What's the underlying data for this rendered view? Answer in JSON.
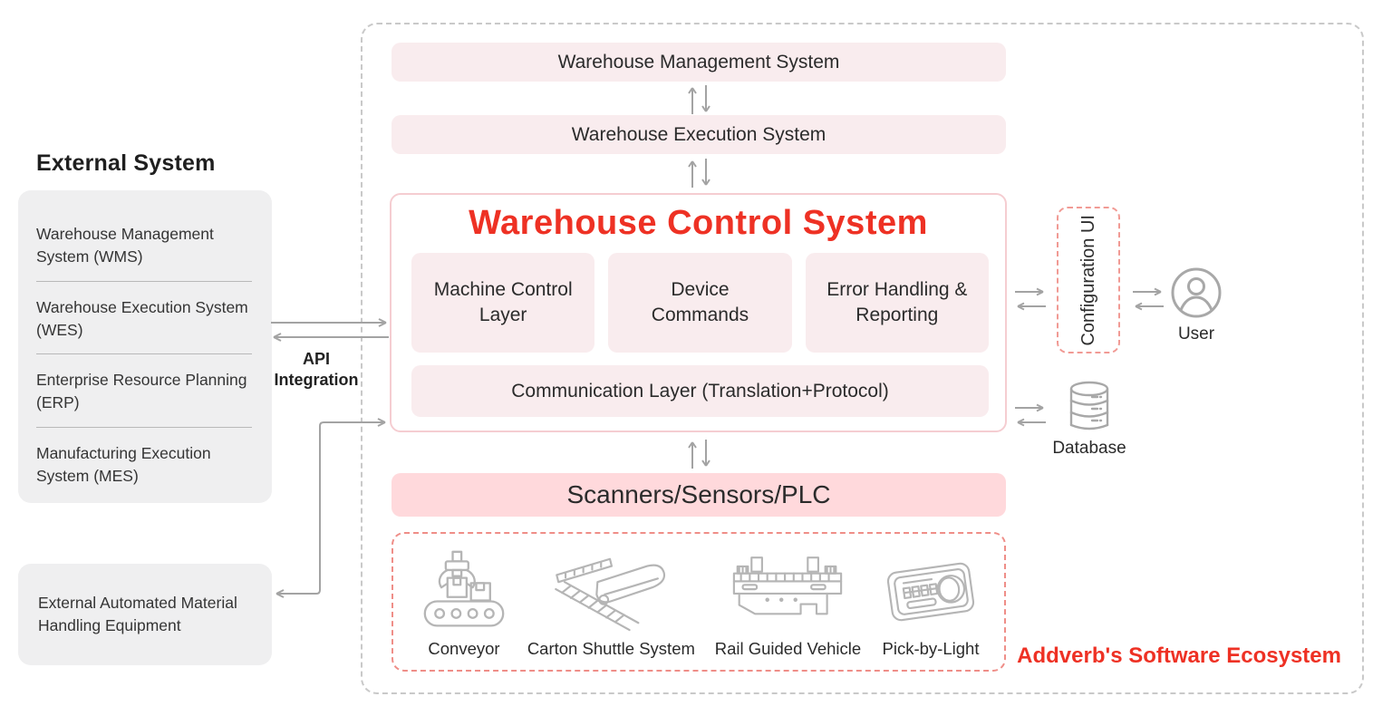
{
  "external": {
    "title": "External System",
    "systems": [
      "Warehouse Management System (WMS)",
      "Warehouse Execution System (WES)",
      "Enterprise Resource Planning (ERP)",
      "Manufacturing Execution System (MES)"
    ],
    "equipment": "External Automated Material Handling Equipment"
  },
  "labels": {
    "api_integration": "API Integration",
    "configuration_ui": "Configuration UI",
    "user": "User",
    "database": "Database",
    "ecosystem": "Addverb's Software Ecosystem"
  },
  "stack": {
    "wms_bar": "Warehouse Management System",
    "wes_bar": "Warehouse Execution System",
    "scanners_bar": "Scanners/Sensors/PLC"
  },
  "wcs": {
    "title": "Warehouse Control System",
    "modules": [
      "Machine Control Layer",
      "Device Commands",
      "Error Handling & Reporting"
    ],
    "communication": "Communication Layer (Translation+Protocol)"
  },
  "devices": [
    {
      "label": "Conveyor",
      "icon": "conveyor-icon"
    },
    {
      "label": "Carton Shuttle System",
      "icon": "carton-shuttle-icon"
    },
    {
      "label": "Rail Guided Vehicle",
      "icon": "rail-guided-vehicle-icon"
    },
    {
      "label": "Pick-by-Light",
      "icon": "pick-by-light-icon"
    }
  ],
  "colors": {
    "light_pink": "#f9ecee",
    "scanner_pink": "#ffd9dc",
    "accent_red": "#ee3124",
    "wcs_border": "#f5cdd1",
    "equipment_dash": "#ef8e88",
    "config_dash": "#f19a94",
    "gray_panel": "#efeff0",
    "eco_dash": "#c9c9c9",
    "arrow_gray": "#a3a3a3",
    "icon_gray": "#b5b5b5",
    "text_dark": "#2e2e2e"
  }
}
